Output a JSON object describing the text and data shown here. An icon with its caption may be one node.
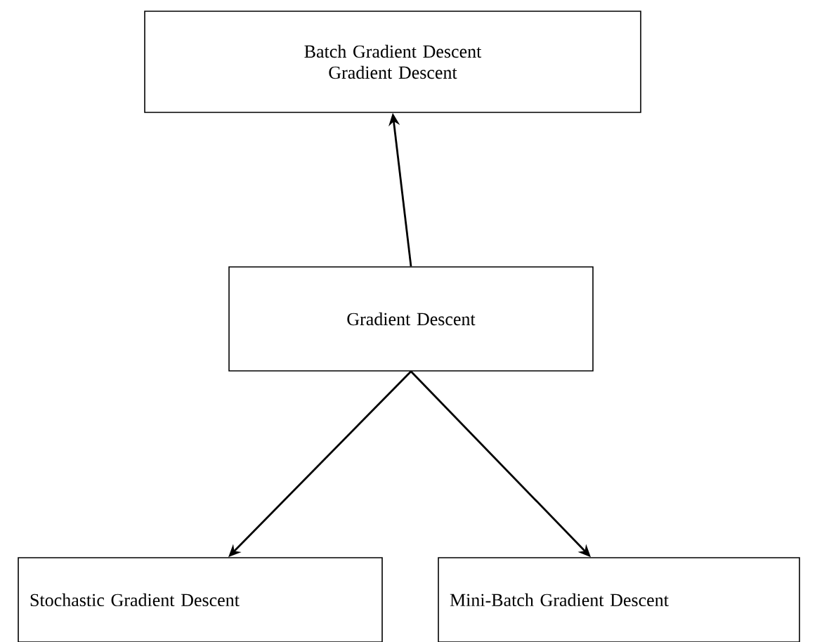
{
  "diagram": {
    "nodes": [
      {
        "text": [
          "Batch Gradient Descent",
          "Gradient Descent"
        ]
      },
      {
        "text": [
          "Gradient Descent"
        ]
      },
      {
        "text": [
          "Stochastic Gradient Descent"
        ]
      },
      {
        "text": [
          "Mini-Batch Gradient Descent"
        ]
      }
    ],
    "edges": [
      {
        "from": 1,
        "to": 0,
        "arrow": "to"
      },
      {
        "from": 1,
        "to": 2,
        "arrow": "to"
      },
      {
        "from": 1,
        "to": 3,
        "arrow": "to"
      }
    ]
  }
}
